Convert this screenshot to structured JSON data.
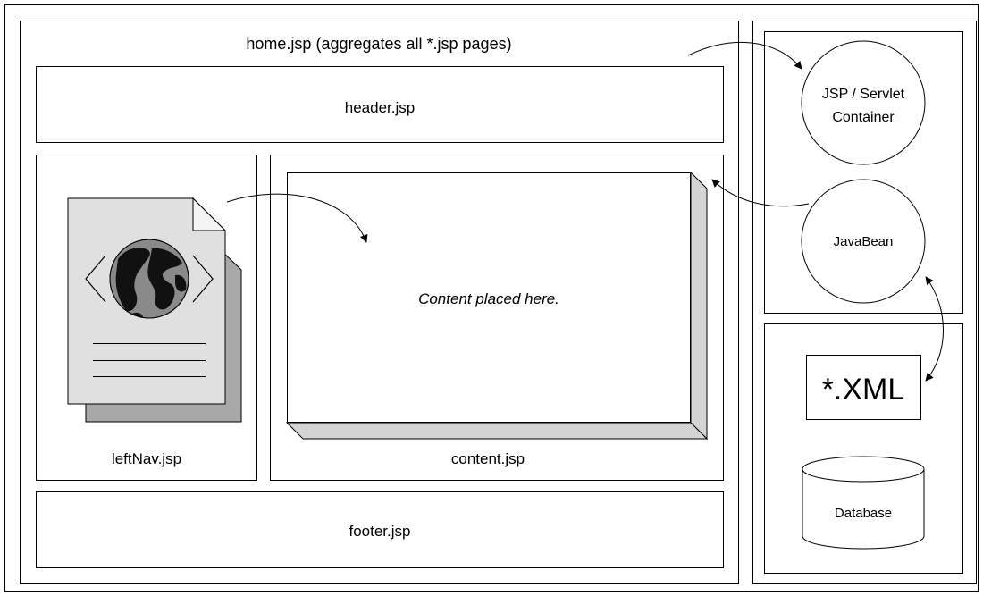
{
  "home": {
    "label": "home.jsp (aggregates all *.jsp pages)"
  },
  "header": {
    "label": "header.jsp"
  },
  "left_nav": {
    "label": "leftNav.jsp"
  },
  "content": {
    "label": "content.jsp",
    "placeholder": "Content placed here."
  },
  "footer": {
    "label": "footer.jsp"
  },
  "server": {
    "container_line1": "JSP / Servlet",
    "container_line2": "Container",
    "javabean": "JavaBean"
  },
  "data_tier": {
    "xml": "*.XML",
    "database": "Database"
  },
  "icons": {
    "document": "globe-document-icon",
    "database": "database-cylinder-icon"
  },
  "colors": {
    "stroke": "#000000",
    "doc_fill": "#e0e0e0",
    "doc_shadow": "#a8a8a8",
    "frame_shade": "#d4d4d4",
    "globe_land": "#111111",
    "globe_sea": "#8a8a8a"
  }
}
